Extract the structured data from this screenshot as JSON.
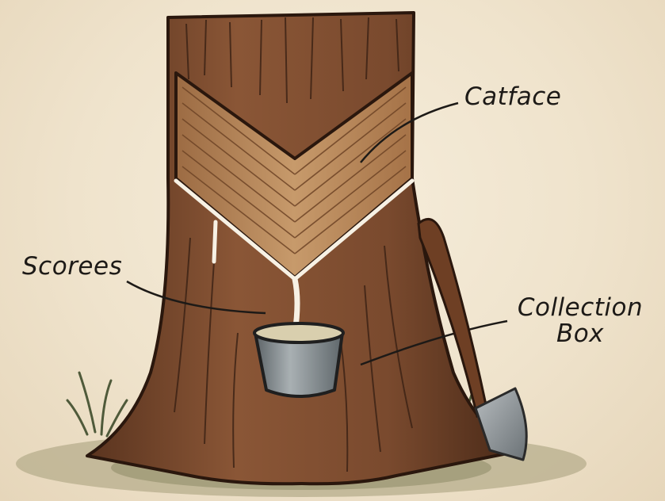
{
  "labels": {
    "catface": "Catface",
    "scorees": "Scorees",
    "collection_line1": "Collection",
    "collection_line2": "Box"
  },
  "colors": {
    "bark": "#7a4a2e",
    "bark_dark": "#3e2416",
    "scraped_wood": "#b98a5c",
    "resin": "#f5efe2",
    "pot": "#8f979b",
    "ground": "#b9b08f",
    "axe_handle": "#6e3f24",
    "axe_head": "#8d9498",
    "background": "#efe4cf"
  }
}
